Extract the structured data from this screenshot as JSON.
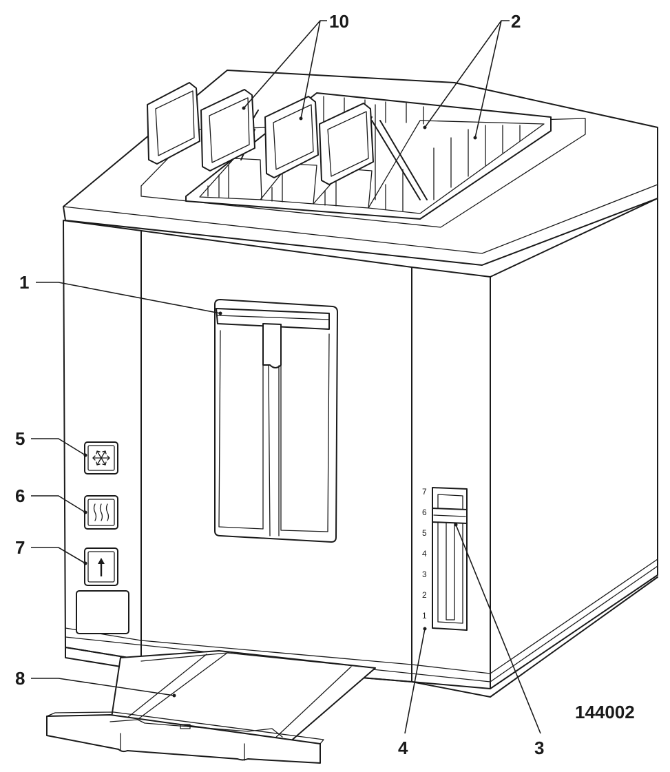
{
  "figure_id": "144002",
  "callouts": {
    "c1": "1",
    "c2": "2",
    "c3": "3",
    "c4": "4",
    "c5": "5",
    "c6": "6",
    "c7": "7",
    "c8": "8",
    "c10": "10"
  },
  "browning_scale": [
    "7",
    "6",
    "5",
    "4",
    "3",
    "2",
    "1"
  ],
  "icons": {
    "defrost": "snowflake-icon",
    "reheat": "heat-waves-icon",
    "lift": "arrow-up-icon"
  },
  "colors": {
    "line": "#1a1a1a",
    "background": "#ffffff"
  }
}
